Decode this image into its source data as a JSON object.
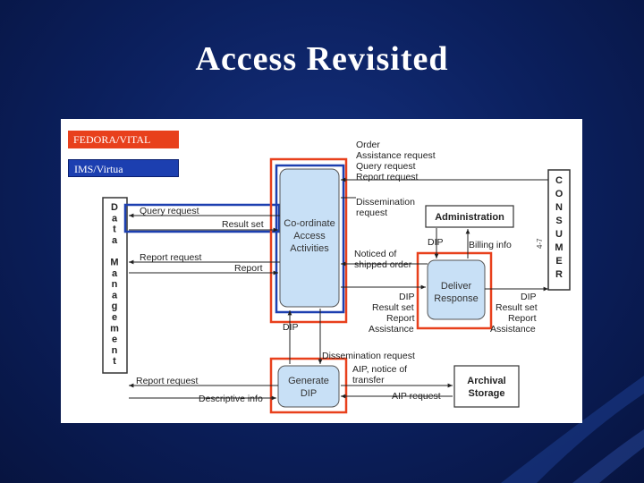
{
  "slide": {
    "title": "Access Revisited"
  },
  "badges": {
    "fedora": "FEDORA/VITAL",
    "ims": "IMS/Virtua"
  },
  "diagram": {
    "data_management_letters": [
      "D",
      "a",
      "t",
      "a",
      "",
      "M",
      "a",
      "n",
      "a",
      "g",
      "e",
      "m",
      "e",
      "n",
      "t"
    ],
    "consumer_letters": [
      "C",
      "O",
      "N",
      "S",
      "U",
      "M",
      "E",
      "R"
    ],
    "consumer_side_label": "4-7",
    "coordinate_box": [
      "Co-ordinate",
      "Access",
      "Activities"
    ],
    "deliver_box": [
      "Deliver",
      "Response"
    ],
    "generate_box": [
      "Generate",
      "DIP"
    ],
    "administration": "Administration",
    "archival_storage": [
      "Archival",
      "Storage"
    ],
    "labels": {
      "order": "Order",
      "assistance_request": "Assistance request",
      "query_request_top": "Query request",
      "report_request_top": "Report request",
      "query_request": "Query request",
      "result_set": "Result set",
      "dissemination_request_1": "Dissemination",
      "dissemination_request_2": "request",
      "dip_admin": "DIP",
      "billing_info": "Billing info",
      "report_request": "Report request",
      "report": "Report",
      "noticed_shipped_1": "Noticed of",
      "noticed_shipped_2": "shipped order",
      "dip_mid": "DIP",
      "result_set_mid": "Result set",
      "report_mid": "Report",
      "assistance_mid": "Assistance",
      "dip_right": "DIP",
      "result_set_right": "Result set",
      "report_right": "Report",
      "assistance_right": "Assistance",
      "dip_left": "DIP",
      "dissemination_request_bottom": "Dissemination request",
      "aip_notice_1": "AIP, notice of",
      "aip_notice_2": "transfer",
      "aip_request": "AIP request",
      "report_request_bottom": "Report request",
      "descriptive_info": "Descriptive info"
    }
  },
  "colors": {
    "highlight_red": "#e8401c",
    "highlight_blue": "#1c3fb0",
    "box_fill": "#c8e0f6",
    "background": "#0b1f5c"
  }
}
